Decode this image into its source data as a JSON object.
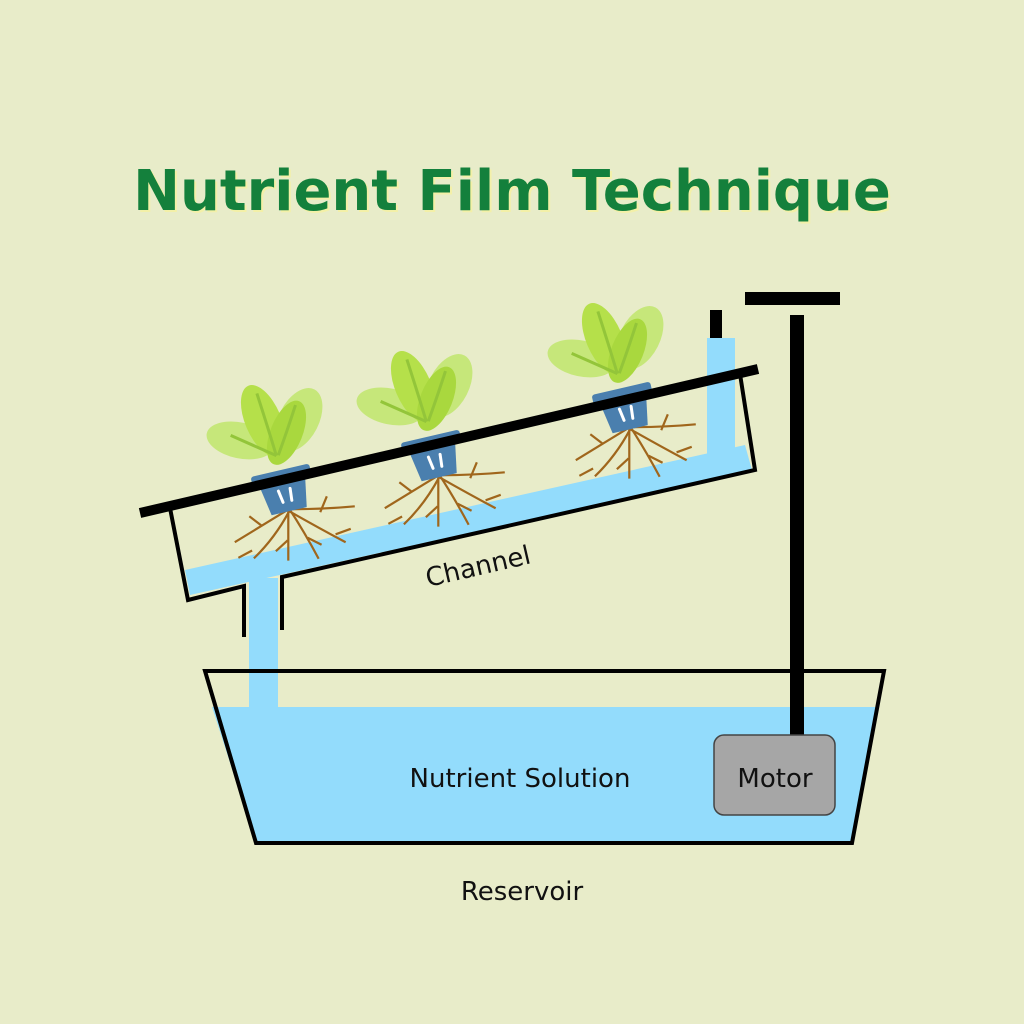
{
  "title": "Nutrient Film Technique",
  "labels": {
    "channel": "Channel",
    "nutrient_solution": "Nutrient Solution",
    "motor": "Motor",
    "reservoir": "Reservoir"
  },
  "colors": {
    "background": "#e8ecc9",
    "title": "#14803c",
    "water": "#93dcfc",
    "motor": "#a6a6a6",
    "pot": "#4a7fae",
    "leaf": "#b5e04a",
    "root": "#a0661c"
  },
  "plants": [
    {
      "id": "plant-1"
    },
    {
      "id": "plant-2"
    },
    {
      "id": "plant-3"
    }
  ]
}
